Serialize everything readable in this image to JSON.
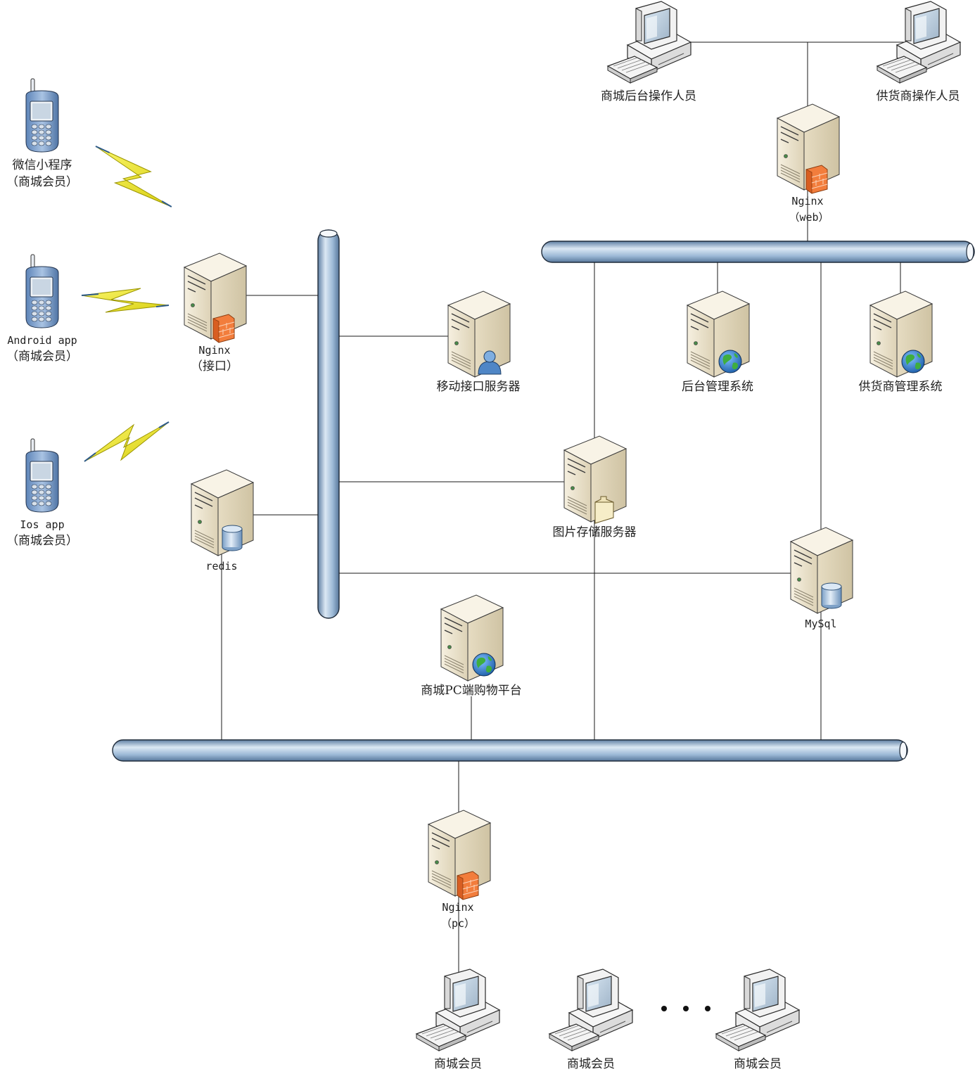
{
  "nodes": {
    "wechat": {
      "line1": "微信小程序",
      "line2": "（商城会员）"
    },
    "android": {
      "line1": "Android app",
      "line2": "（商城会员）"
    },
    "ios": {
      "line1": "Ios app",
      "line2": "（商城会员）"
    },
    "nginx_api": {
      "line1": "Nginx",
      "line2": "（接口）"
    },
    "redis": {
      "line1": "redis"
    },
    "mobile_api": {
      "line1": "移动接口服务器"
    },
    "image_store": {
      "line1": "图片存储服务器"
    },
    "pc_mall": {
      "line1": "商城PC端购物平台"
    },
    "admin_sys": {
      "line1": "后台管理系统"
    },
    "supplier_sys": {
      "line1": "供货商管理系统"
    },
    "mysql": {
      "line1": "MySql"
    },
    "nginx_web": {
      "line1": "Nginx",
      "line2": "（web）"
    },
    "admin_op": {
      "line1": "商城后台操作人员"
    },
    "supplier_op": {
      "line1": "供货商操作人员"
    },
    "nginx_pc": {
      "line1": "Nginx",
      "line2": "（pc）"
    },
    "member1": {
      "line1": "商城会员"
    },
    "member2": {
      "line1": "商城会员"
    },
    "member3": {
      "line1": "商城会员"
    }
  },
  "badges": {
    "nginx_api": "firewall-icon",
    "redis": "database-icon",
    "mobile_api": "user-icon",
    "image_store": "folder-icon",
    "pc_mall": "globe-icon",
    "admin_sys": "globe-icon",
    "supplier_sys": "globe-icon",
    "mysql": "database-icon",
    "nginx_web": "firewall-icon",
    "nginx_pc": "firewall-icon"
  },
  "colors": {
    "bus_fill": "#9cb9d6",
    "bus_highlight": "#dbe8f4",
    "bus_stroke": "#1f2b3a",
    "lightning": "#f2ee1a",
    "server_body": "#efe6d2",
    "firewall": "#f07a3a",
    "globe": "#2f7fcf",
    "database": "#a9c6e6"
  }
}
